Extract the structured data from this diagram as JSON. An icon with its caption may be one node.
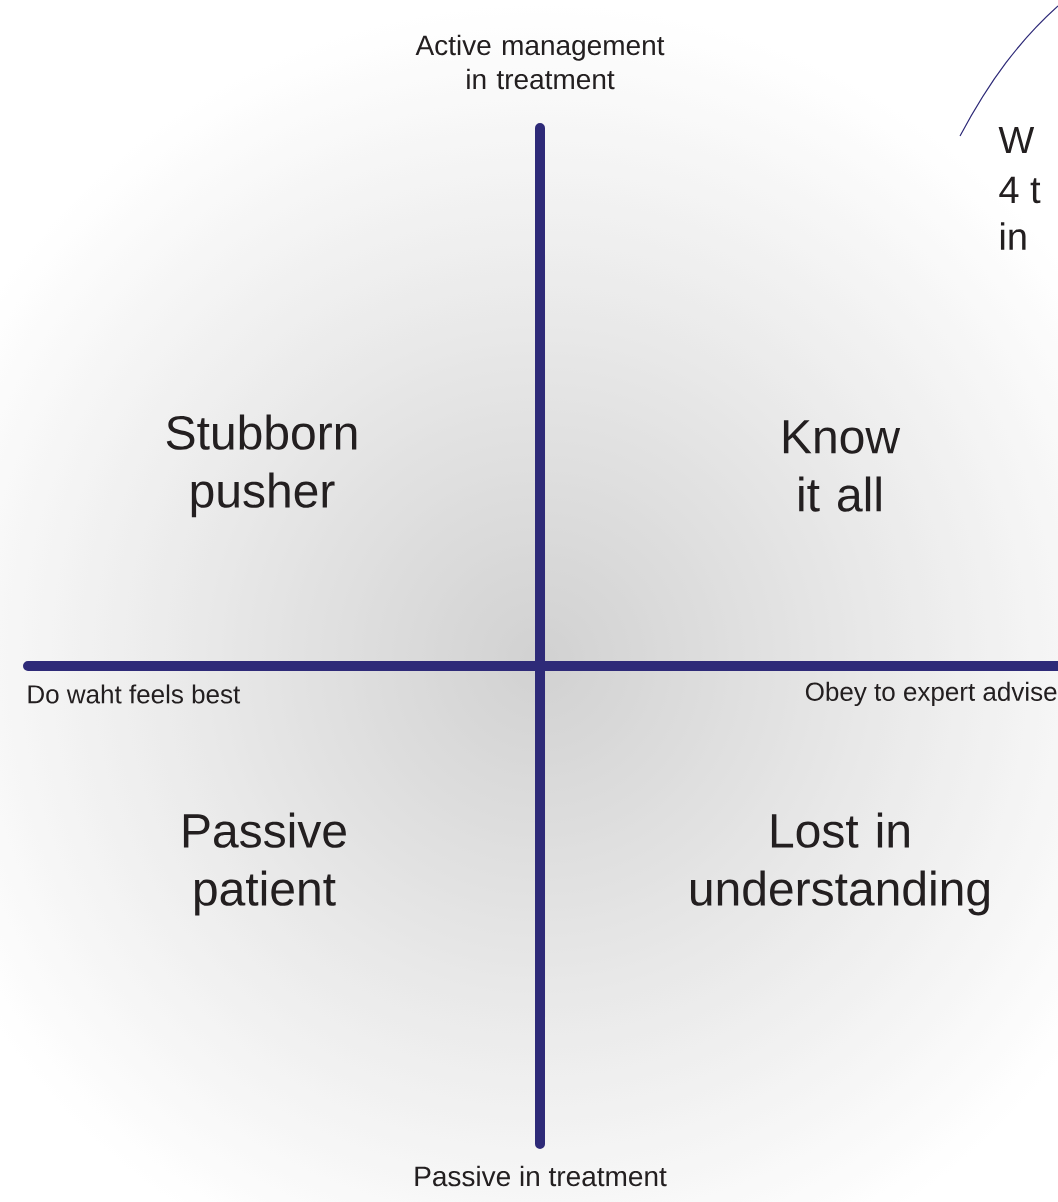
{
  "diagram": {
    "labels": [
      "Active management in treatment",
      "Stubborn pusher",
      "Know it all",
      "Do waht feels best",
      "Obey to expert advise",
      "Passive patient",
      "Lost in understanding",
      "Passive in treatment",
      "W",
      "4 t",
      "in"
    ]
  }
}
